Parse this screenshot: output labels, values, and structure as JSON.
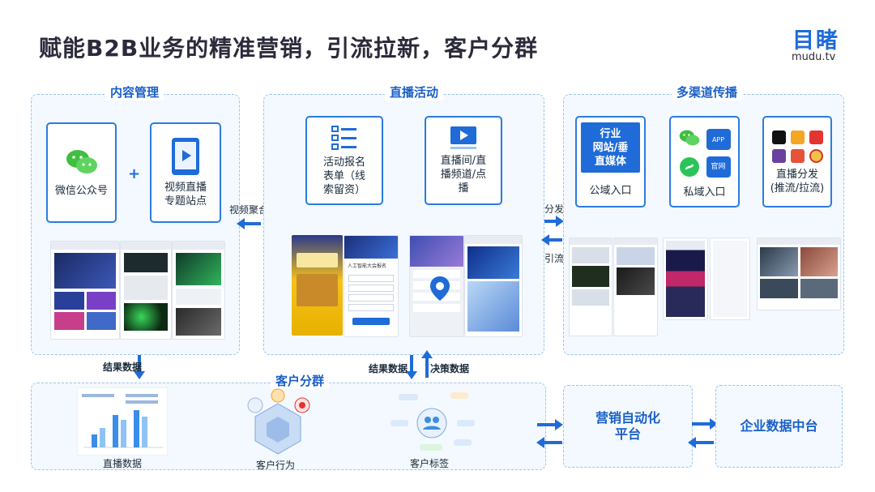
{
  "header": {
    "title": "赋能B2B业务的精准营销，引流拉新，客户分群",
    "logo_cn": "目睹",
    "logo_en": "mudu.tv"
  },
  "content_mgmt": {
    "title": "内容管理",
    "wechat_label": "微信公众号",
    "plus": "+",
    "site_label_1": "视频直播",
    "site_label_2": "专题站点",
    "result_data": "结果数据"
  },
  "live": {
    "title": "直播活动",
    "form_label_1": "活动报名",
    "form_label_2": "表单（线",
    "form_label_3": "索留资）",
    "room_label_1": "直播间/直",
    "room_label_2": "播频道/点",
    "room_label_3": "播",
    "shot_text": "人工智能大会报名",
    "result_data": "结果数据",
    "decision_data": "决策数据"
  },
  "channels": {
    "title": "多渠道传播",
    "public_tile_1": "行业",
    "public_tile_2": "网站/垂",
    "public_tile_3": "直媒体",
    "public_label": "公域入口",
    "app_label": "APP",
    "official_label": "官网",
    "private_label": "私域入口",
    "dist_label_1": "直播分发",
    "dist_label_2": "(推流/拉流)"
  },
  "flows": {
    "video_agg": "视频聚合",
    "distribute": "分发",
    "attract": "引流"
  },
  "segment": {
    "title": "客户分群",
    "live_data": "直播数据",
    "behavior": "客户行为",
    "tags": "客户标签"
  },
  "platforms": {
    "marketing_1": "营销自动化",
    "marketing_2": "平台",
    "cdp": "企业数据中台"
  },
  "colors": {
    "accent": "#1f6bd8",
    "panel_border": "#9cc4ee",
    "panel_bg": "#f3f9fe",
    "title_text": "#2b2b3b"
  }
}
